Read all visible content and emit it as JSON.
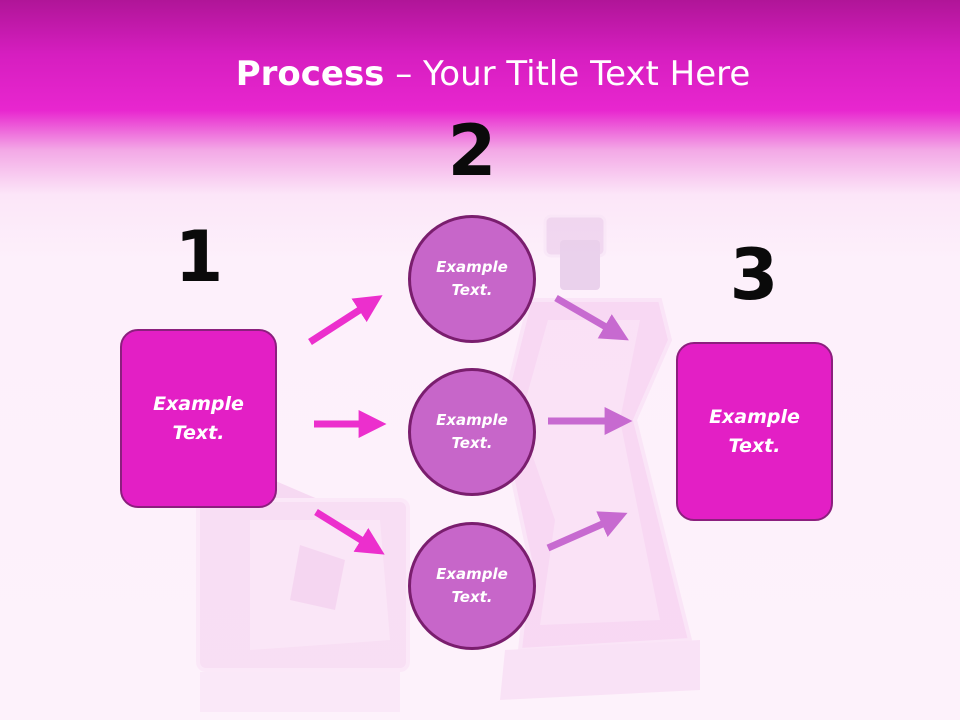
{
  "title": {
    "bold": "Process",
    "rest": " – Your Title Text Here"
  },
  "steps": [
    {
      "number": "1",
      "label": "Example\nText."
    },
    {
      "number": "2",
      "items": [
        "Example\nText.",
        "Example\nText.",
        "Example\nText."
      ]
    },
    {
      "number": "3",
      "label": "Example\nText."
    }
  ],
  "colors": {
    "header": "#e826cf",
    "box": "#e31fc5",
    "circle": "#c766c9",
    "arrow_left": "#ec2fcd",
    "arrow_right": "#c76ad0"
  }
}
